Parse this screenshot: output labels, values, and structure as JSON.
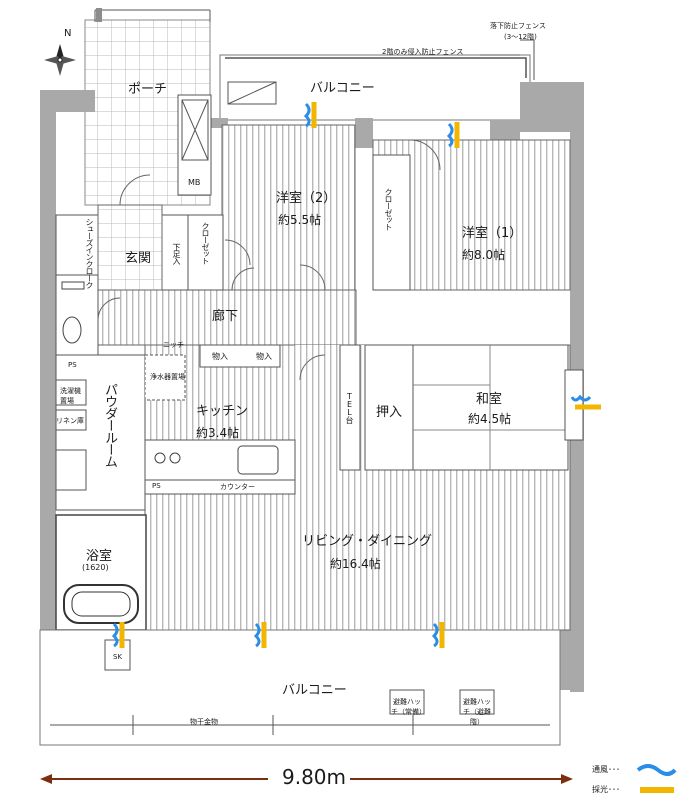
{
  "labels": {
    "porch": "ポーチ",
    "balcony_top": "バルコニー",
    "fall_fence": "落下防止フェンス",
    "fall_fence_note": "(3～12階)",
    "intrusion_fence": "2階のみ侵入防止フェンス",
    "mb": "MB",
    "western2_name": "洋室（2）",
    "western2_area": "約5.5帖",
    "western1_name": "洋室（1）",
    "western1_area": "約8.0帖",
    "closet": "クローゼット",
    "closet2": "クローゼット",
    "shoe_closet": "シューズインクローク",
    "genkan": "玄関",
    "shoe_box": "下足入",
    "corridor": "廊下",
    "niche": "ニッチ",
    "storage1": "物入",
    "storage2": "物入",
    "water_heater": "浄水器置場",
    "kitchen_name": "キッチン",
    "kitchen_area": "約3.4帖",
    "counter": "カウンター",
    "ps1": "PS",
    "ps2": "PS",
    "washer": "洗濯機置場",
    "linen": "リネン庫",
    "powder": "パウダールーム",
    "bath_name": "浴室",
    "bath_size": "(1620)",
    "tel": "TEL台",
    "oshiire": "押入",
    "japanese_name": "和室",
    "japanese_area": "約4.5帖",
    "living_name": "リビング・ダイニング",
    "living_area": "約16.4帖",
    "sk": "SK",
    "balcony_bottom": "バルコニー",
    "hatch1": "避難ハッチ（常備）",
    "hatch2": "避難ハッチ（避難階）",
    "drying": "物干金物",
    "dimension": "9.80m",
    "north": "N"
  },
  "legend": [
    {
      "label": "通風･･･",
      "icon": "ventilation-icon",
      "color": "#2a8de8"
    },
    {
      "label": "採光･･･",
      "icon": "daylight-icon",
      "color": "#f2b600"
    }
  ],
  "colors": {
    "wall": "#a9a9a9",
    "stripe": "#bdbdbd",
    "dimension_arrow": "#7a3010"
  }
}
